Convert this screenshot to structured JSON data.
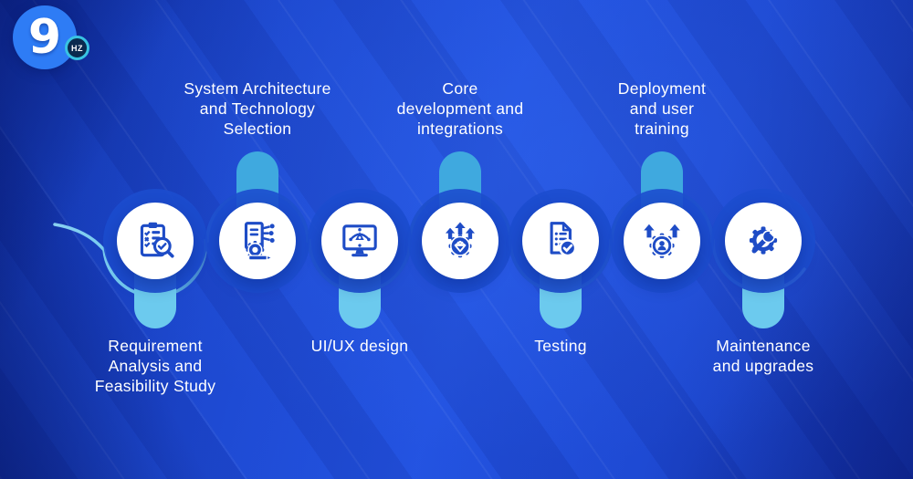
{
  "logo": {
    "primary": "9",
    "badge": "HZ"
  },
  "colors": {
    "background_blue": "#1E4FD6",
    "background_dark": "#10309F",
    "circle_white": "#FFFFFF",
    "icon_blue": "#1E4CC6",
    "halo_blue": "#1C4CCE",
    "pill_top": "#3FA9DF",
    "pill_bottom": "#6CCAEE",
    "line_cyan": "#74D2F2",
    "line_dark": "#1C3EA6",
    "logo_circle": "#2E7CF5",
    "logo_badge_ring": "#38C3E2",
    "logo_badge_bg": "#0A2A4E",
    "label_text": "#FFFFFF"
  },
  "steps": [
    {
      "label": "Requirement\nAnalysis and\nFeasibility Study",
      "position": "below",
      "icon": "clipboard-search-icon"
    },
    {
      "label": "System Architecture\nand Technology\nSelection",
      "position": "above",
      "icon": "architecture-document-icon"
    },
    {
      "label": "UI/UX design",
      "position": "below",
      "icon": "design-monitor-icon"
    },
    {
      "label": "Core\ndevelopment and\nintegrations",
      "position": "above",
      "icon": "development-gear-arrows-icon"
    },
    {
      "label": "Testing",
      "position": "below",
      "icon": "test-report-icon"
    },
    {
      "label": "Deployment\nand user\ntraining",
      "position": "above",
      "icon": "deployment-user-gear-icon"
    },
    {
      "label": "Maintenance\nand upgrades",
      "position": "below",
      "icon": "maintenance-wrench-gear-icon"
    }
  ]
}
